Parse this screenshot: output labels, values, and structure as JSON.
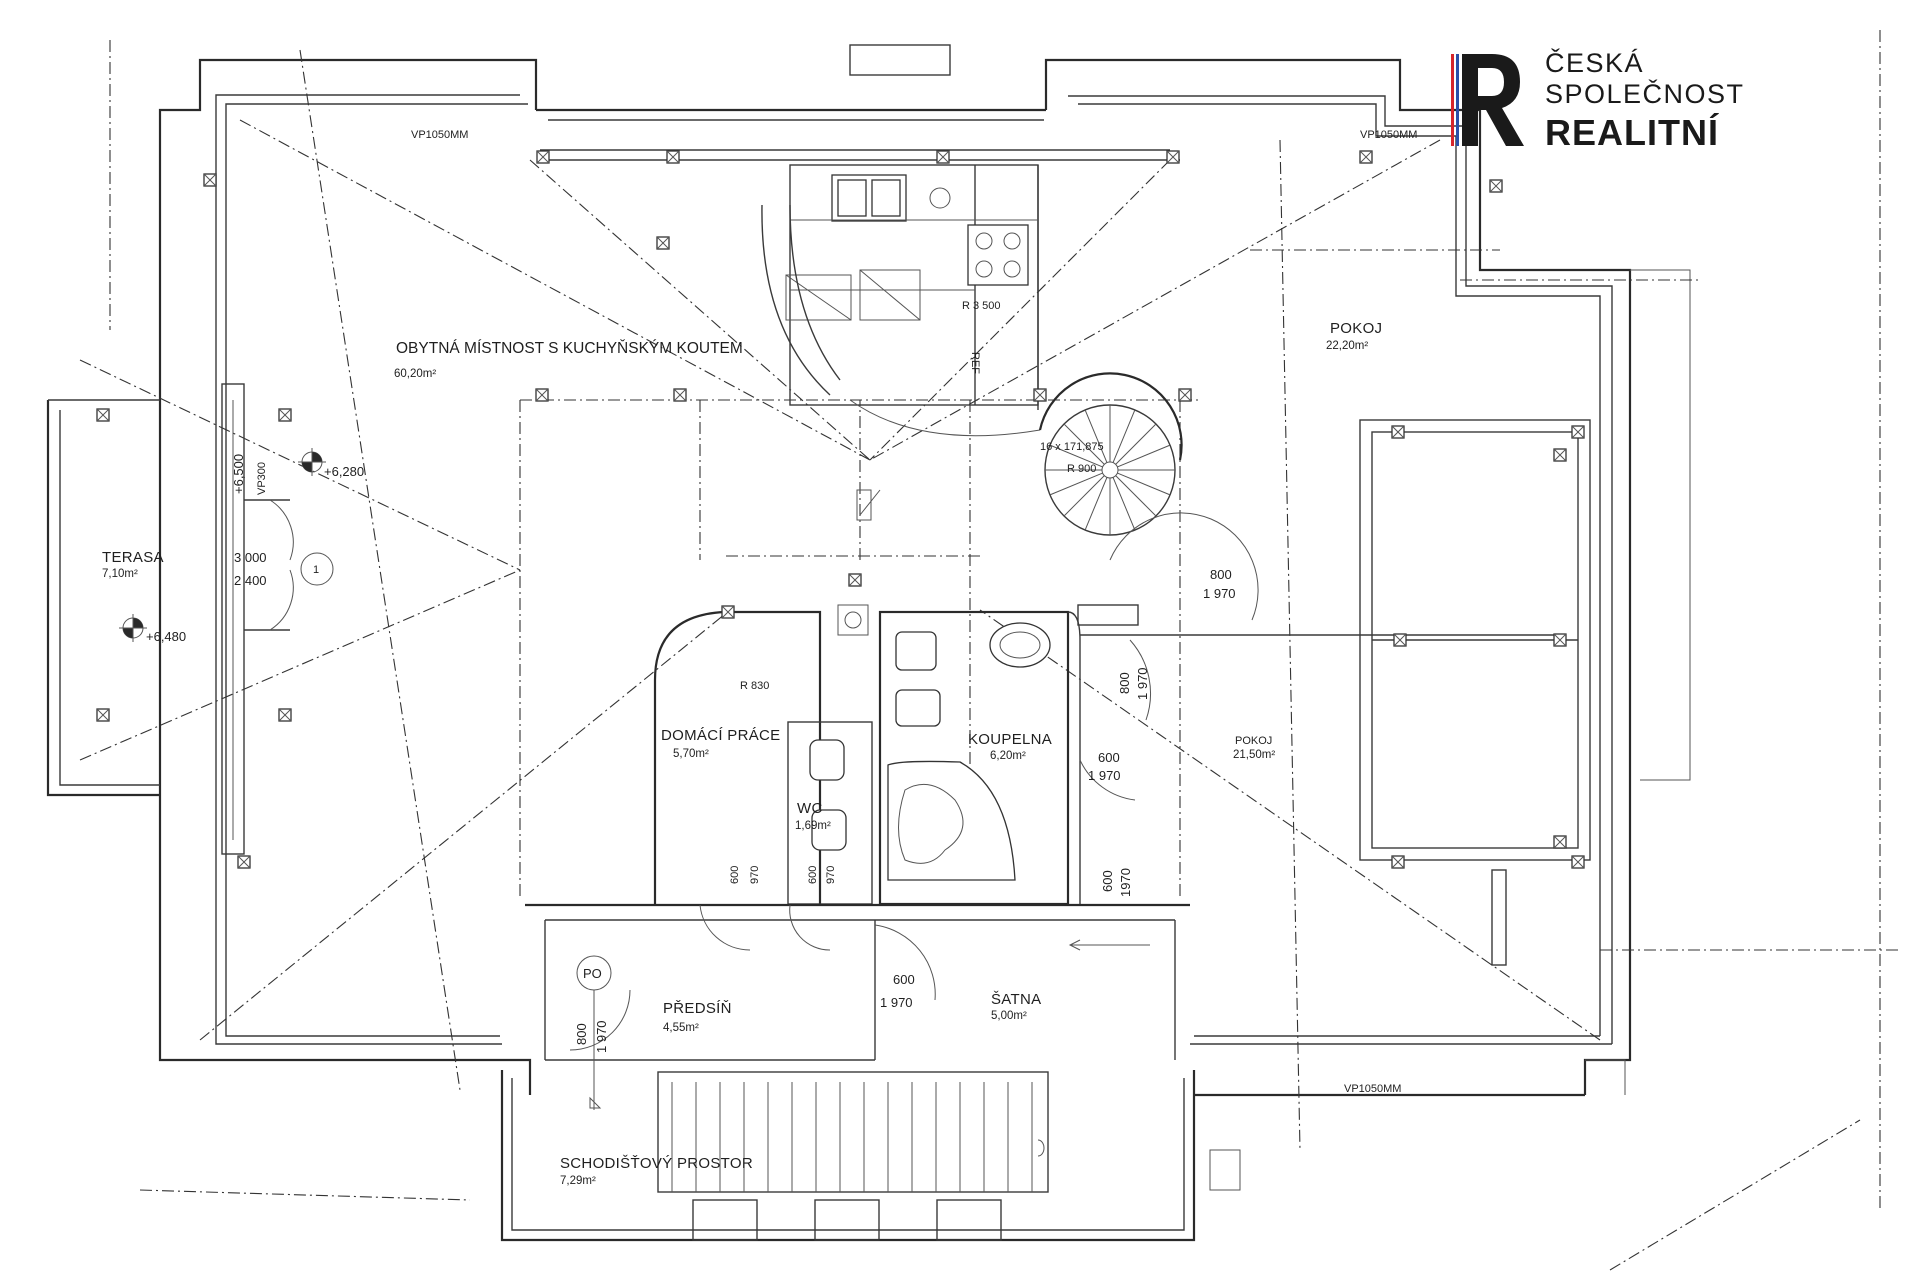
{
  "logo": {
    "line1": "ČESKÁ",
    "line2": "SPOLEČNOST",
    "line3": "REALITNÍ",
    "colors": {
      "dark": "#1a1a1a",
      "red": "#d6262b",
      "blue": "#2a4fa8"
    }
  },
  "rooms": {
    "living": {
      "name": "OBYTNÁ MÍSTNOST S KUCHYŇSKÝM KOUTEM",
      "area": "60,20m²"
    },
    "pokoj_top": {
      "name": "POKOJ",
      "area": "22,20m²"
    },
    "pokoj_right": {
      "name": "POKOJ",
      "area": "21,50m²"
    },
    "terasa": {
      "name": "TERASA",
      "area": "7,10m²"
    },
    "domaci_prace": {
      "name": "DOMÁCÍ PRÁCE",
      "area": "5,70m²"
    },
    "wc": {
      "name": "WC",
      "area": "1,69m²"
    },
    "koupelna": {
      "name": "KOUPELNA",
      "area": "6,20m²"
    },
    "predsin": {
      "name": "PŘEDSÍŇ",
      "area": "4,55m²"
    },
    "satna": {
      "name": "ŠATNA",
      "area": "5,00m²"
    },
    "schodiste": {
      "name": "SCHODIŠŤOVÝ PROSTOR",
      "area": "7,29m²"
    }
  },
  "annotations": {
    "vp_top_left": "VP1050MM",
    "vp_top_right": "VP1050MM",
    "vp_bottom_right": "VP1050MM",
    "vp300": "VP300",
    "level1": "+6,500",
    "level2": "+6,280",
    "level3": "+6,480",
    "r3500": "R 3 500",
    "ref": "REF",
    "stairs1": "16 x 171,875",
    "stairs2": "R 900",
    "r830": "R 830",
    "po": "PO",
    "marker1": "1",
    "window_w": "3 000",
    "window_h": "2 400"
  },
  "dimensions": {
    "d800a": "800",
    "d1970a": "1 970",
    "d800b": "800",
    "d1970b": "1 970",
    "d600a": "600",
    "d1970c": "1 970",
    "d600b": "600",
    "d970a": "970",
    "d600c": "600",
    "d970b": "970",
    "d600d": "600",
    "d1970d": "1970",
    "d600e": "600",
    "d1970e": "1 970",
    "d800c": "800",
    "d1970f": "1 970"
  }
}
